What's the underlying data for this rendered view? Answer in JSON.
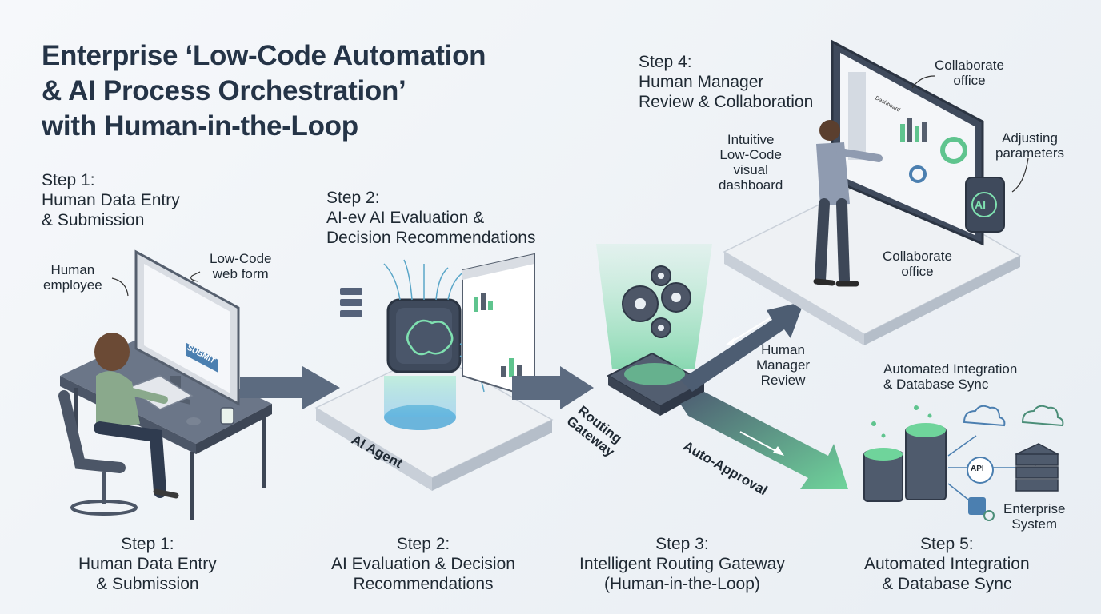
{
  "title": "Enterprise ‘Low-Code Automation\n& AI Process Orchestration’\nwith Human-in-the-Loop",
  "steps_top": {
    "step1": "Step 1:\nHuman Data Entry\n& Submission",
    "step2": "Step 2:\nAI-ev AI Evaluation &\nDecision Recommendations",
    "step4": "Step 4:\nHuman Manager\nReview & Collaboration"
  },
  "steps_bottom": {
    "step1": "Step 1:\nHuman Data Entry\n& Submission",
    "step2": "Step 2:\nAI Evaluation & Decision\nRecommendations",
    "step3": "Step 3:\nIntelligent Routing Gateway\n(Human-in-the-Loop)",
    "step5": "Step 5:\nAutomated Integration\n& Database Sync"
  },
  "labels": {
    "human_employee": "Human\nemployee",
    "low_code_form": "Low-Code\nweb form",
    "submit_button": "SUBMIT",
    "ai_agent": "AI Agent",
    "routing_gateway": "Routing\nGateway",
    "auto_approval": "Auto-Approval",
    "human_manager_review": "Human\nManager\nReview",
    "intuitive_dashboard": "Intuitive\nLow-Code\nvisual\ndashboard",
    "collaborate_office_top": "Collaborate\noffice",
    "adjusting_parameters": "Adjusting\nparameters",
    "collaborate_office_platform": "Collaborate\noffice",
    "automated_integration": "Automated Integration\n& Database Sync",
    "enterprise_system": "Enterprise\nSystem",
    "api_badge": "API",
    "ai_badge": "AI",
    "dashboard_heading": "Dashboard"
  },
  "icons": [
    "laptop-icon",
    "brain-chip-icon",
    "gear-icon",
    "cloud-icon",
    "database-icon",
    "server-icon",
    "sync-icon",
    "ai-badge-icon"
  ],
  "colors": {
    "accent_green": "#5fc48e",
    "arrow_slate": "#5c6b80",
    "platform": "#e6eaef",
    "screen_dark": "#3f4a5c"
  }
}
